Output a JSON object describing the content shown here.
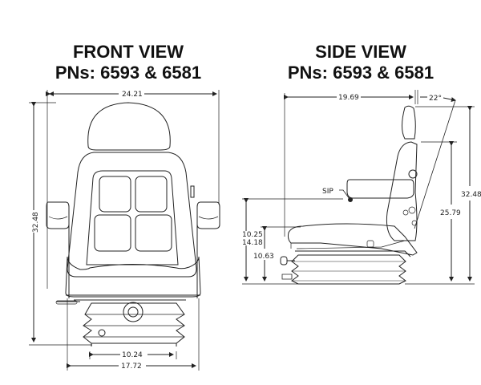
{
  "front_view": {
    "title": "FRONT VIEW",
    "part_numbers": "PNs: 6593 & 6581",
    "dimensions": {
      "overall_width": "24.21",
      "overall_height": "32.48",
      "base_width": "10.24",
      "seat_width": "17.72"
    }
  },
  "side_view": {
    "title": "SIDE VIEW",
    "part_numbers": "PNs: 6593 & 6581",
    "dimensions": {
      "overall_depth": "19.69",
      "recline_angle": "22°",
      "overall_height": "32.48",
      "backrest_height": "25.79",
      "sip_height_min": "10.25",
      "sip_height_max": "14.18",
      "seat_height": "10.63"
    },
    "labels": {
      "sip": "SIP"
    }
  }
}
